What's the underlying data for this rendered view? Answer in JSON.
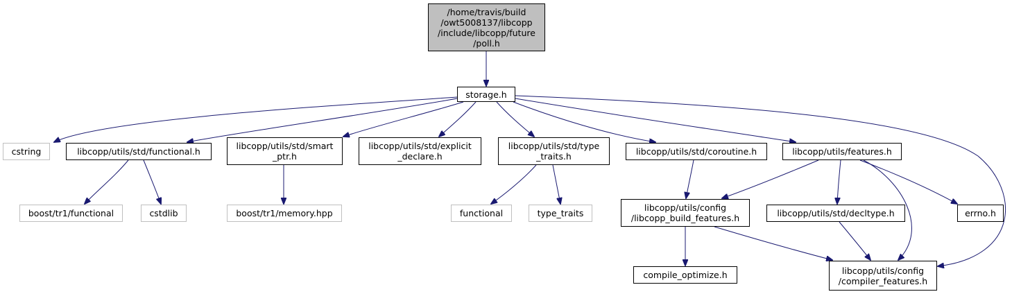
{
  "nodes": [
    {
      "id": "root",
      "label": "/home/travis/build\n/owt5008137/libcopp\n/include/libcopp/future\n/poll.h",
      "kind": "root",
      "icon": "file-icon"
    },
    {
      "id": "storage",
      "label": "storage.h",
      "kind": "file"
    },
    {
      "id": "cstring",
      "label": "cstring",
      "kind": "external"
    },
    {
      "id": "functional_h",
      "label": "libcopp/utils/std/functional.h",
      "kind": "file"
    },
    {
      "id": "smart_ptr",
      "label": "libcopp/utils/std/smart\n_ptr.h",
      "kind": "file"
    },
    {
      "id": "explicit_declare",
      "label": "libcopp/utils/std/explicit\n_declare.h",
      "kind": "file"
    },
    {
      "id": "type_traits_h",
      "label": "libcopp/utils/std/type\n_traits.h",
      "kind": "file"
    },
    {
      "id": "coroutine",
      "label": "libcopp/utils/std/coroutine.h",
      "kind": "file"
    },
    {
      "id": "features",
      "label": "libcopp/utils/features.h",
      "kind": "file"
    },
    {
      "id": "boost_functional",
      "label": "boost/tr1/functional",
      "kind": "external"
    },
    {
      "id": "cstdlib",
      "label": "cstdlib",
      "kind": "external"
    },
    {
      "id": "boost_memory",
      "label": "boost/tr1/memory.hpp",
      "kind": "external"
    },
    {
      "id": "functional",
      "label": "functional",
      "kind": "external"
    },
    {
      "id": "type_traits",
      "label": "type_traits",
      "kind": "external"
    },
    {
      "id": "build_features",
      "label": "libcopp/utils/config\n/libcopp_build_features.h",
      "kind": "file"
    },
    {
      "id": "decltype",
      "label": "libcopp/utils/std/decltype.h",
      "kind": "file"
    },
    {
      "id": "errno",
      "label": "errno.h",
      "kind": "file"
    },
    {
      "id": "compile_optimize",
      "label": "compile_optimize.h",
      "kind": "file"
    },
    {
      "id": "compiler_features",
      "label": "libcopp/utils/config\n/compiler_features.h",
      "kind": "file"
    }
  ],
  "edges": [
    [
      "root",
      "storage"
    ],
    [
      "storage",
      "cstring"
    ],
    [
      "storage",
      "functional_h"
    ],
    [
      "storage",
      "smart_ptr"
    ],
    [
      "storage",
      "explicit_declare"
    ],
    [
      "storage",
      "type_traits_h"
    ],
    [
      "storage",
      "coroutine"
    ],
    [
      "storage",
      "features"
    ],
    [
      "storage",
      "compiler_features"
    ],
    [
      "functional_h",
      "boost_functional"
    ],
    [
      "functional_h",
      "cstdlib"
    ],
    [
      "smart_ptr",
      "boost_memory"
    ],
    [
      "type_traits_h",
      "functional"
    ],
    [
      "type_traits_h",
      "type_traits"
    ],
    [
      "coroutine",
      "build_features"
    ],
    [
      "features",
      "build_features"
    ],
    [
      "features",
      "decltype"
    ],
    [
      "features",
      "errno"
    ],
    [
      "features",
      "compiler_features"
    ],
    [
      "build_features",
      "compile_optimize"
    ],
    [
      "build_features",
      "compiler_features"
    ],
    [
      "decltype",
      "compiler_features"
    ]
  ],
  "colors": {
    "edge": "#191970",
    "root_fill": "#bfbfbf",
    "external_border": "#bfbfbf",
    "node_border": "#000000"
  }
}
